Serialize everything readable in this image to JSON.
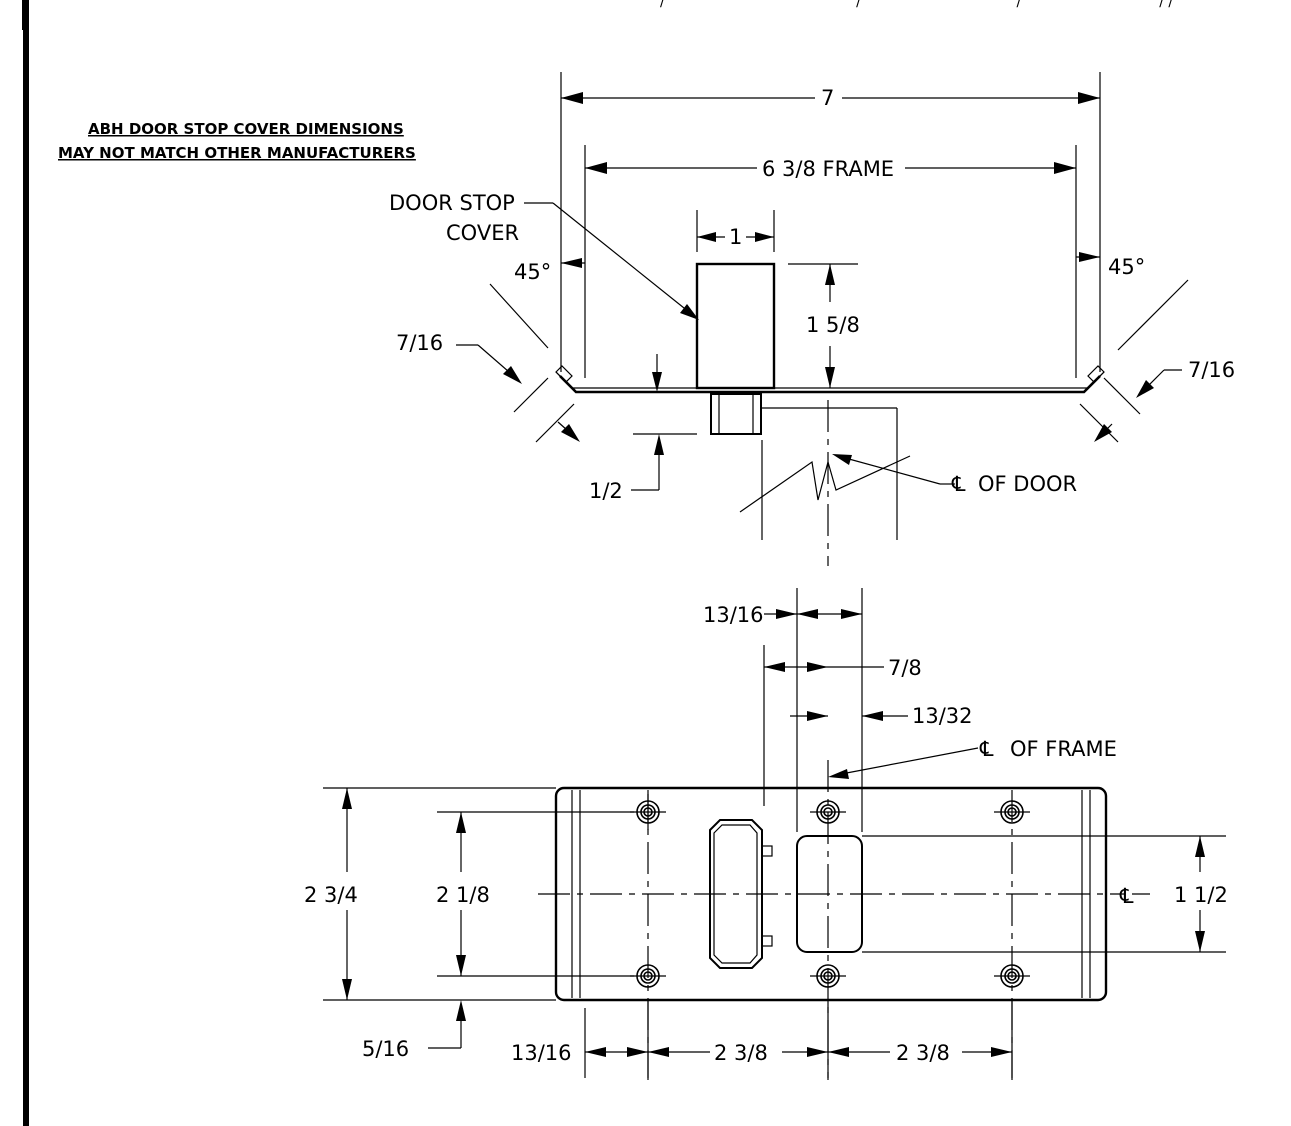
{
  "notes": {
    "line1": "ABH DOOR STOP COVER DIMENSIONS",
    "line2": "MAY NOT MATCH OTHER MANUFACTURERS"
  },
  "side_view": {
    "overall_width": "7",
    "frame_width": "6 3/8 FRAME",
    "door_stop_label_1": "DOOR STOP",
    "door_stop_label_2": "COVER",
    "cover_width": "1",
    "cover_height": "1 5/8",
    "angle_left": "45°",
    "angle_right": "45°",
    "flange_left": "7/16",
    "flange_right": "7/16",
    "offset": "1/2",
    "centerline_symbol": "℄",
    "door_centerline": "OF DOOR"
  },
  "plan_view": {
    "dim_13_16_top": "13/16",
    "dim_7_8": "7/8",
    "dim_13_32": "13/32",
    "centerline_symbol": "℄",
    "frame_centerline": "OF FRAME",
    "overall_height": "2 3/4",
    "hole_spacing": "2 1/8",
    "window_height": "1 1/2",
    "edge_offset": "5/16",
    "dim_13_16_bottom": "13/16",
    "spacing_1": "2 3/8",
    "spacing_2": "2 3/8"
  }
}
